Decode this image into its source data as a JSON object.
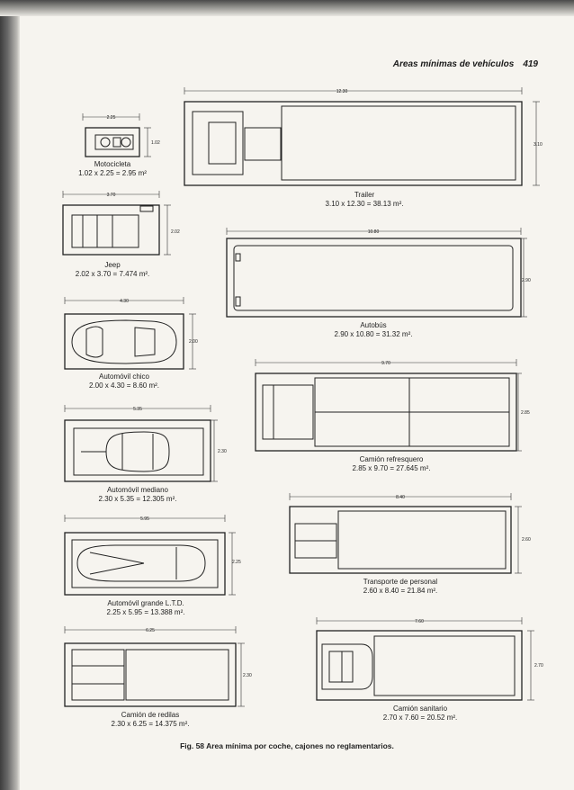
{
  "header": {
    "section_title": "Areas mínimas de vehículos",
    "page_number": "419"
  },
  "vehicles": {
    "motocicleta": {
      "name": "Motocicleta",
      "formula": "1.02 x 2.25 = 2.95 m²",
      "width_dim": "2.25",
      "depth_dim": "1.02"
    },
    "jeep": {
      "name": "Jeep",
      "formula": "2.02 x 3.70 = 7.474 m².",
      "width_dim": "3.70",
      "depth_dim": "2.02"
    },
    "auto_chico": {
      "name": "Automóvil chico",
      "formula": "2.00 x 4.30 = 8.60 m².",
      "width_dim": "4.30",
      "depth_dim": "2.00"
    },
    "auto_mediano": {
      "name": "Automóvil mediano",
      "formula": "2.30 x 5.35 = 12.305 m².",
      "width_dim": "5.35",
      "depth_dim": "2.30"
    },
    "auto_grande": {
      "name": "Automóvil grande L.T.D.",
      "formula": "2.25 x 5.95 = 13.388 m².",
      "width_dim": "5.95",
      "depth_dim": "2.25"
    },
    "camion_redilas": {
      "name": "Camión de redilas",
      "formula": "2.30 x 6.25 = 14.375 m².",
      "width_dim": "6.25",
      "depth_dim": "2.30"
    },
    "trailer": {
      "name": "Trailer",
      "formula": "3.10 x 12.30 = 38.13 m².",
      "width_dim": "12.30",
      "depth_dim": "3.10"
    },
    "autobus": {
      "name": "Autobús",
      "formula": "2.90 x 10.80 = 31.32 m².",
      "width_dim": "10.80",
      "depth_dim": "2.90"
    },
    "camion_refresquero": {
      "name": "Camión refresquero",
      "formula": "2.85 x 9.70 = 27.645 m².",
      "width_dim": "9.70",
      "depth_dim": "2.85"
    },
    "transporte_personal": {
      "name": "Transporte de personal",
      "formula": "2.60 x 8.40 = 21.84 m².",
      "width_dim": "8.40",
      "depth_dim": "2.60"
    },
    "camion_sanitario": {
      "name": "Camión sanitario",
      "formula": "2.70 x 7.60 = 20.52 m².",
      "width_dim": "7.60",
      "depth_dim": "2.70"
    }
  },
  "figure_caption": "Fig. 58 Area mínima por coche, cajones no reglamentarios."
}
